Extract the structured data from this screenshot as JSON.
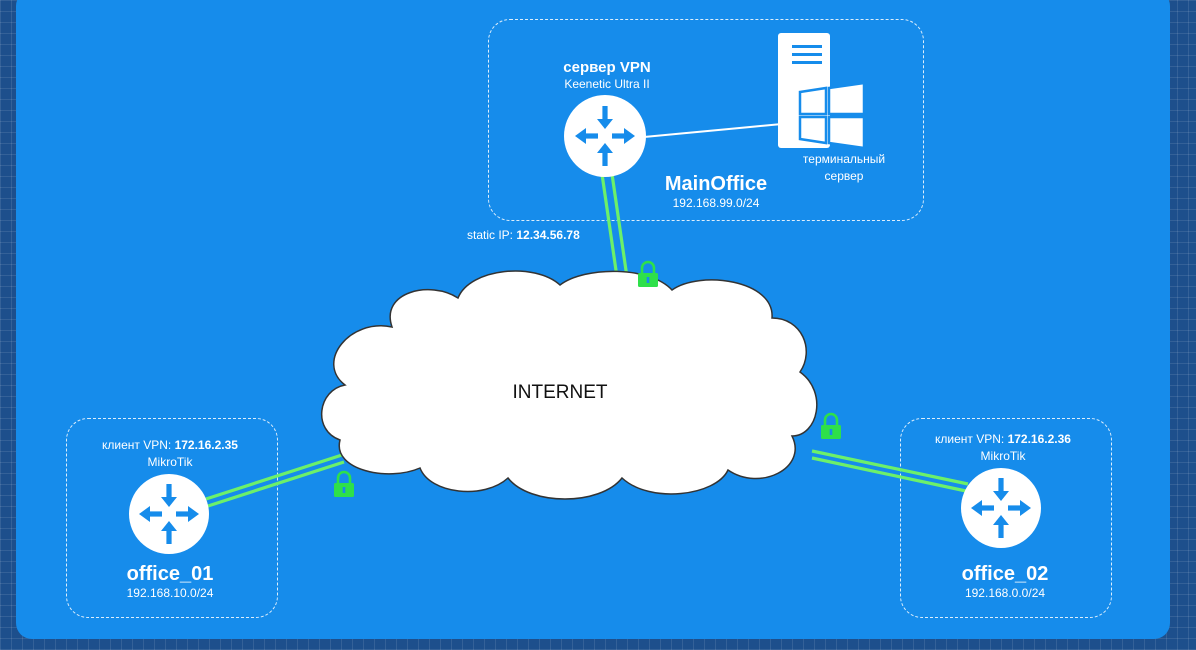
{
  "main_office": {
    "server_role": "сервер VPN",
    "server_model": "Keenetic Ultra II",
    "name": "MainOffice",
    "subnet": "192.168.99.0/24",
    "terminal_label_1": "терминальный",
    "terminal_label_2": "сервер",
    "static_ip_label": "static IP: ",
    "static_ip": "12.34.56.78"
  },
  "internet": {
    "label": "INTERNET"
  },
  "office_01": {
    "client_label": "клиент VPN: ",
    "client_ip": "172.16.2.35",
    "model": "MikroTik",
    "name": "office_01",
    "subnet": "192.168.10.0/24"
  },
  "office_02": {
    "client_label": "клиент VPN: ",
    "client_ip": "172.16.2.36",
    "model": "MikroTik",
    "name": "office_02",
    "subnet": "192.168.0.0/24"
  },
  "colors": {
    "panel": "#168ceb",
    "background": "#1d4f8c",
    "tunnel": "#6cf06a",
    "lock": "#2ee04a",
    "router_arrow": "#168ceb"
  }
}
